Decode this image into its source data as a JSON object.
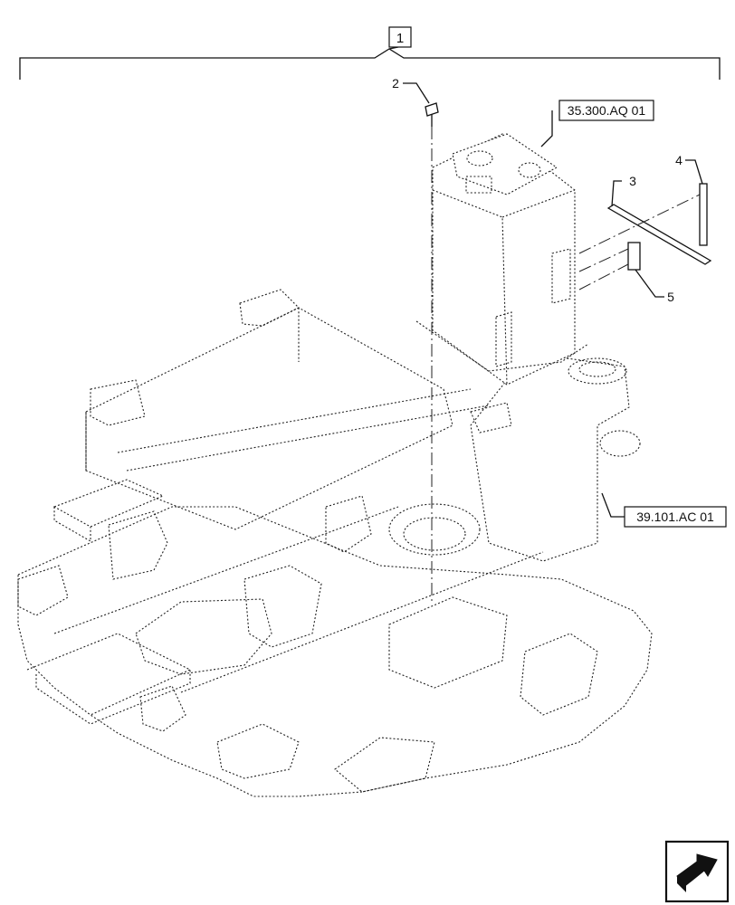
{
  "diagram": {
    "assembly_callout": "1",
    "reference_callouts": {
      "tank": "35.300.AQ 01",
      "frame": "39.101.AC 01"
    },
    "item_callouts": [
      "2",
      "3",
      "4",
      "5"
    ]
  },
  "icons": {
    "corner": "next-page-arrow-icon"
  }
}
